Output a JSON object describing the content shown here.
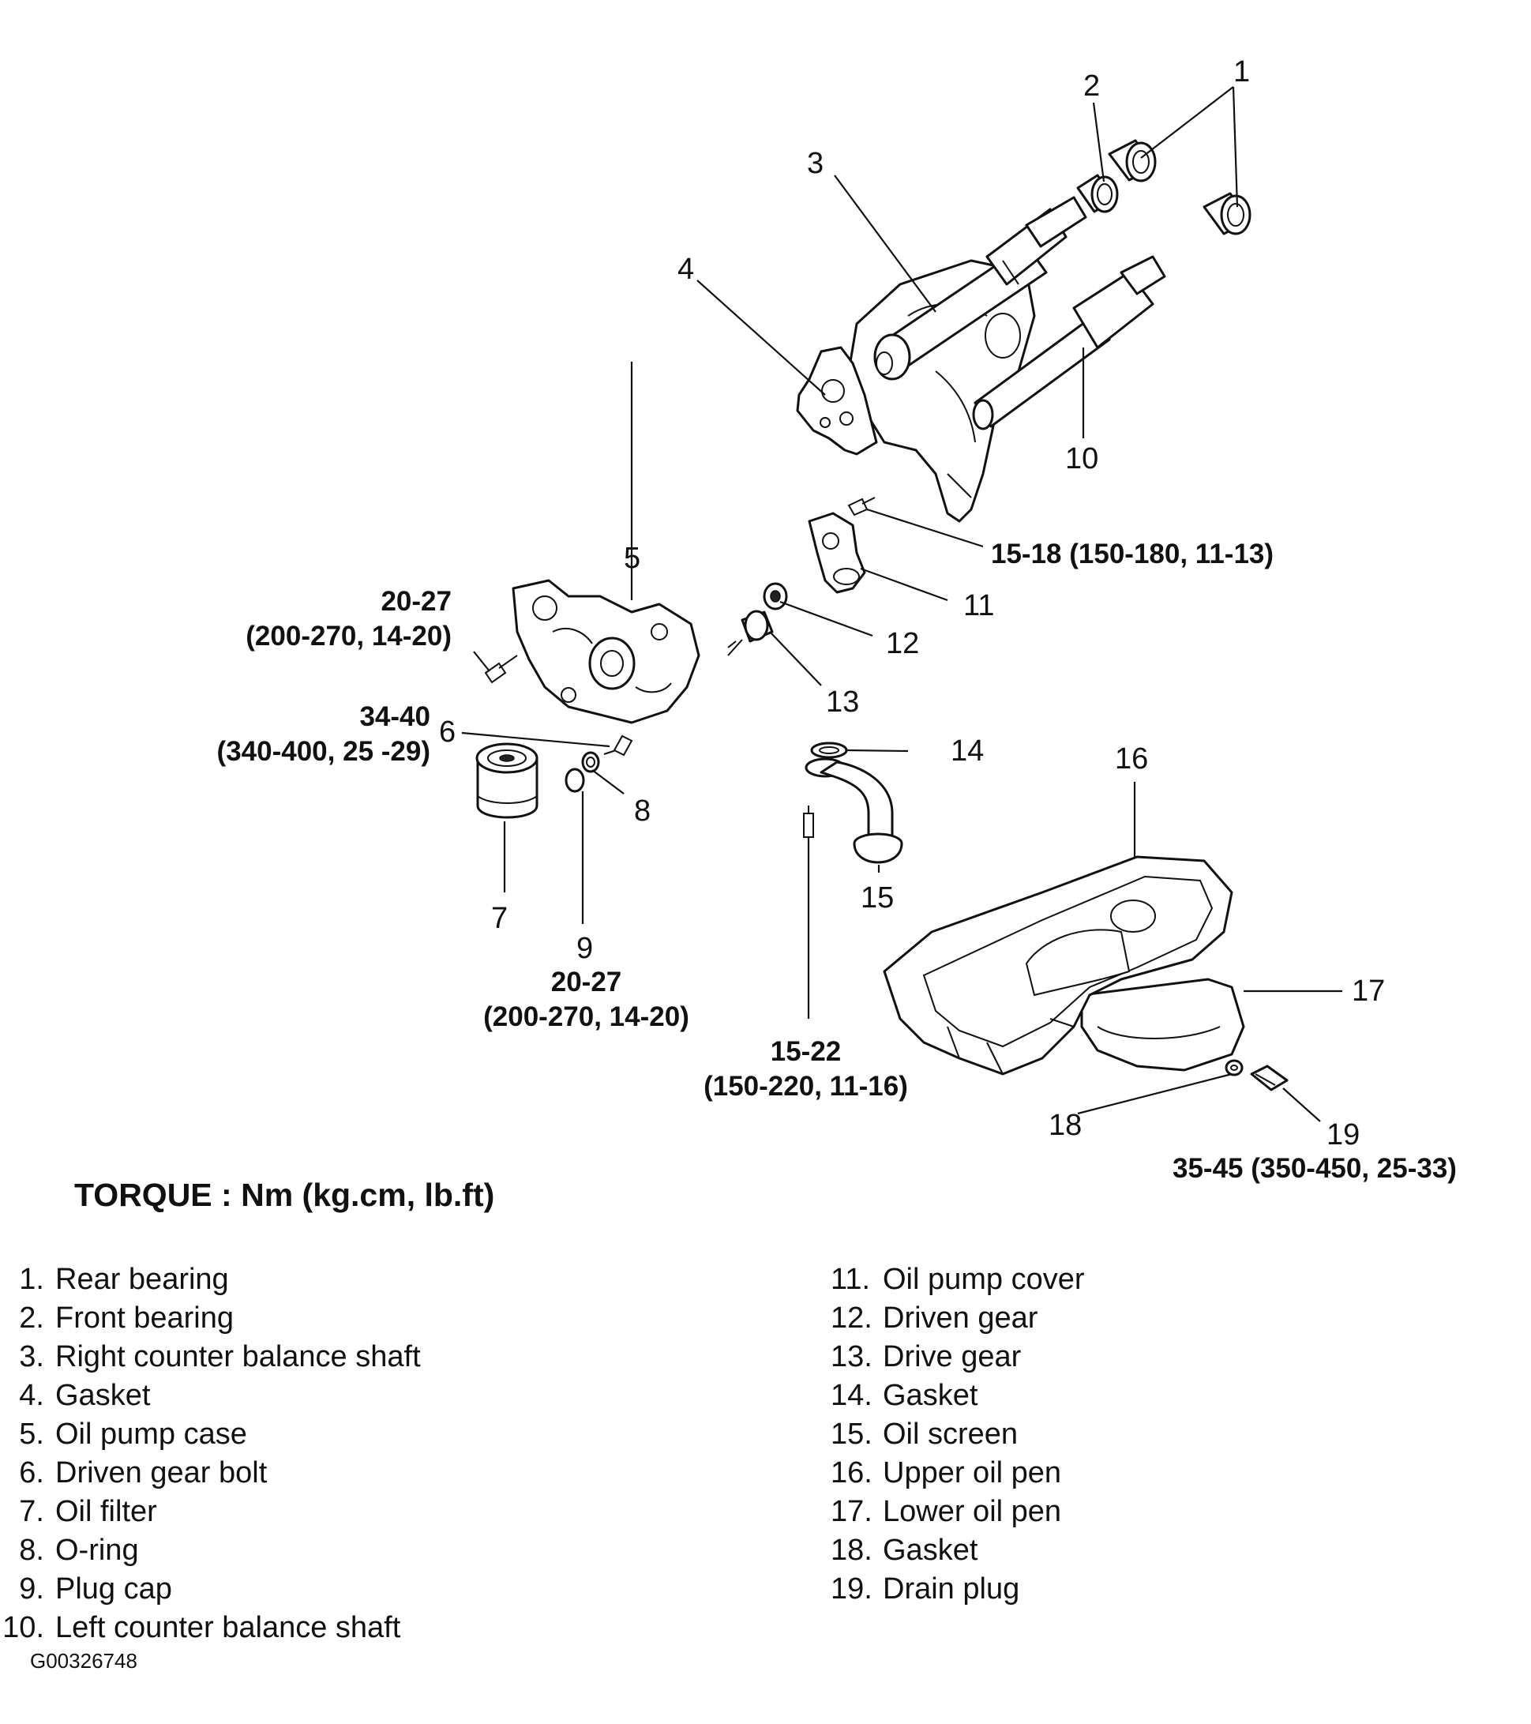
{
  "diagram": {
    "callouts": [
      {
        "id": "1",
        "label": "1"
      },
      {
        "id": "2",
        "label": "2"
      },
      {
        "id": "3",
        "label": "3"
      },
      {
        "id": "4",
        "label": "4"
      },
      {
        "id": "5",
        "label": "5"
      },
      {
        "id": "6",
        "label": "6"
      },
      {
        "id": "7",
        "label": "7"
      },
      {
        "id": "8",
        "label": "8"
      },
      {
        "id": "9",
        "label": "9"
      },
      {
        "id": "10",
        "label": "10"
      },
      {
        "id": "11",
        "label": "11"
      },
      {
        "id": "12",
        "label": "12"
      },
      {
        "id": "13",
        "label": "13"
      },
      {
        "id": "14",
        "label": "14"
      },
      {
        "id": "15",
        "label": "15"
      },
      {
        "id": "16",
        "label": "16"
      },
      {
        "id": "17",
        "label": "17"
      },
      {
        "id": "18",
        "label": "18"
      },
      {
        "id": "19",
        "label": "19"
      }
    ],
    "torque_specs": [
      {
        "id": "cover-bolt",
        "line1": "15-18 (150-180, 11-13)"
      },
      {
        "id": "pump-case-bolt",
        "line1": "20-27",
        "line2": "(200-270, 14-20)"
      },
      {
        "id": "driven-gear-bolt",
        "line1": "34-40",
        "line2": "(340-400, 25 -29)"
      },
      {
        "id": "plug-cap",
        "line1": "20-27",
        "line2": "(200-270, 14-20)"
      },
      {
        "id": "oil-screen-bolt",
        "line1": "15-22",
        "line2": "(150-220, 11-16)"
      },
      {
        "id": "drain-plug",
        "line1": "35-45 (350-450, 25-33)"
      }
    ],
    "torque_unit": "TORQUE : Nm (kg.cm, lb.ft)"
  },
  "legend": {
    "left": [
      {
        "num": "1.",
        "text": "Rear bearing"
      },
      {
        "num": "2.",
        "text": "Front bearing"
      },
      {
        "num": "3.",
        "text": "Right counter balance shaft"
      },
      {
        "num": "4.",
        "text": "Gasket"
      },
      {
        "num": "5.",
        "text": "Oil pump case"
      },
      {
        "num": "6.",
        "text": "Driven gear bolt"
      },
      {
        "num": "7.",
        "text": "Oil filter"
      },
      {
        "num": "8.",
        "text": "O-ring"
      },
      {
        "num": "9.",
        "text": "Plug cap"
      },
      {
        "num": "10.",
        "text": "Left counter balance shaft"
      }
    ],
    "right": [
      {
        "num": "11.",
        "text": "Oil pump cover"
      },
      {
        "num": "12.",
        "text": "Driven gear"
      },
      {
        "num": "13.",
        "text": "Drive gear"
      },
      {
        "num": "14.",
        "text": "Gasket"
      },
      {
        "num": "15.",
        "text": "Oil screen"
      },
      {
        "num": "16.",
        "text": "Upper oil pen"
      },
      {
        "num": "17.",
        "text": "Lower oil pen"
      },
      {
        "num": "18.",
        "text": "Gasket"
      },
      {
        "num": "19.",
        "text": "Drain plug"
      }
    ]
  },
  "figure_id": "G00326748"
}
